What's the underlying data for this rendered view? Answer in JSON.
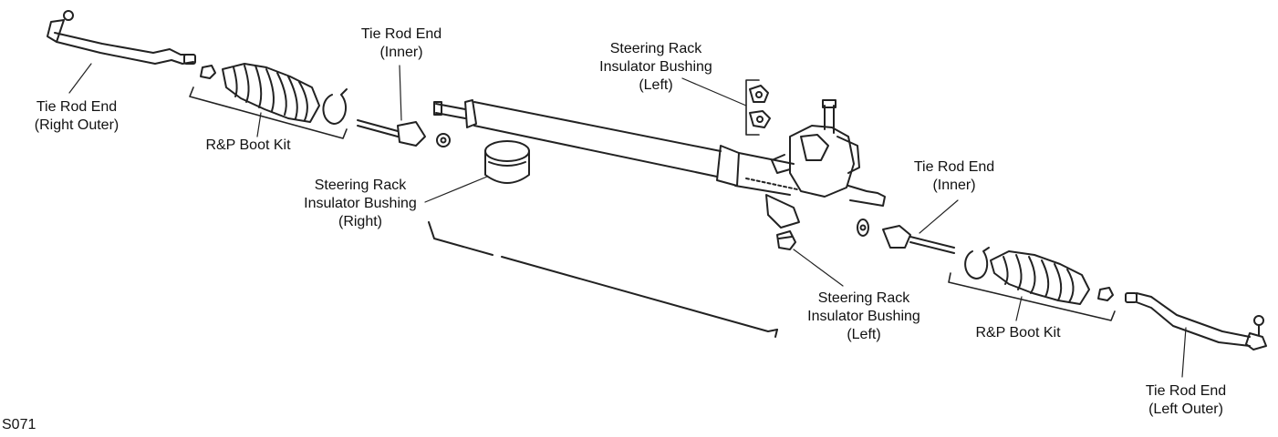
{
  "diagram": {
    "code": "S071",
    "labels": {
      "tre_right_outer": [
        "Tie Rod End",
        "(Right Outer)"
      ],
      "boot_kit_right": [
        "R&P Boot Kit"
      ],
      "tre_inner_right": [
        "Tie Rod End",
        "(Inner)"
      ],
      "bushing_left_top": [
        "Steering Rack",
        "Insulator Bushing",
        "(Left)"
      ],
      "bushing_right": [
        "Steering Rack",
        "Insulator Bushing",
        "(Right)"
      ],
      "tre_inner_left": [
        "Tie Rod End",
        "(Inner)"
      ],
      "bushing_left_bottom": [
        "Steering Rack",
        "Insulator Bushing",
        "(Left)"
      ],
      "boot_kit_left": [
        "R&P Boot Kit"
      ],
      "tre_left_outer": [
        "Tie Rod End",
        "(Left Outer)"
      ]
    }
  }
}
